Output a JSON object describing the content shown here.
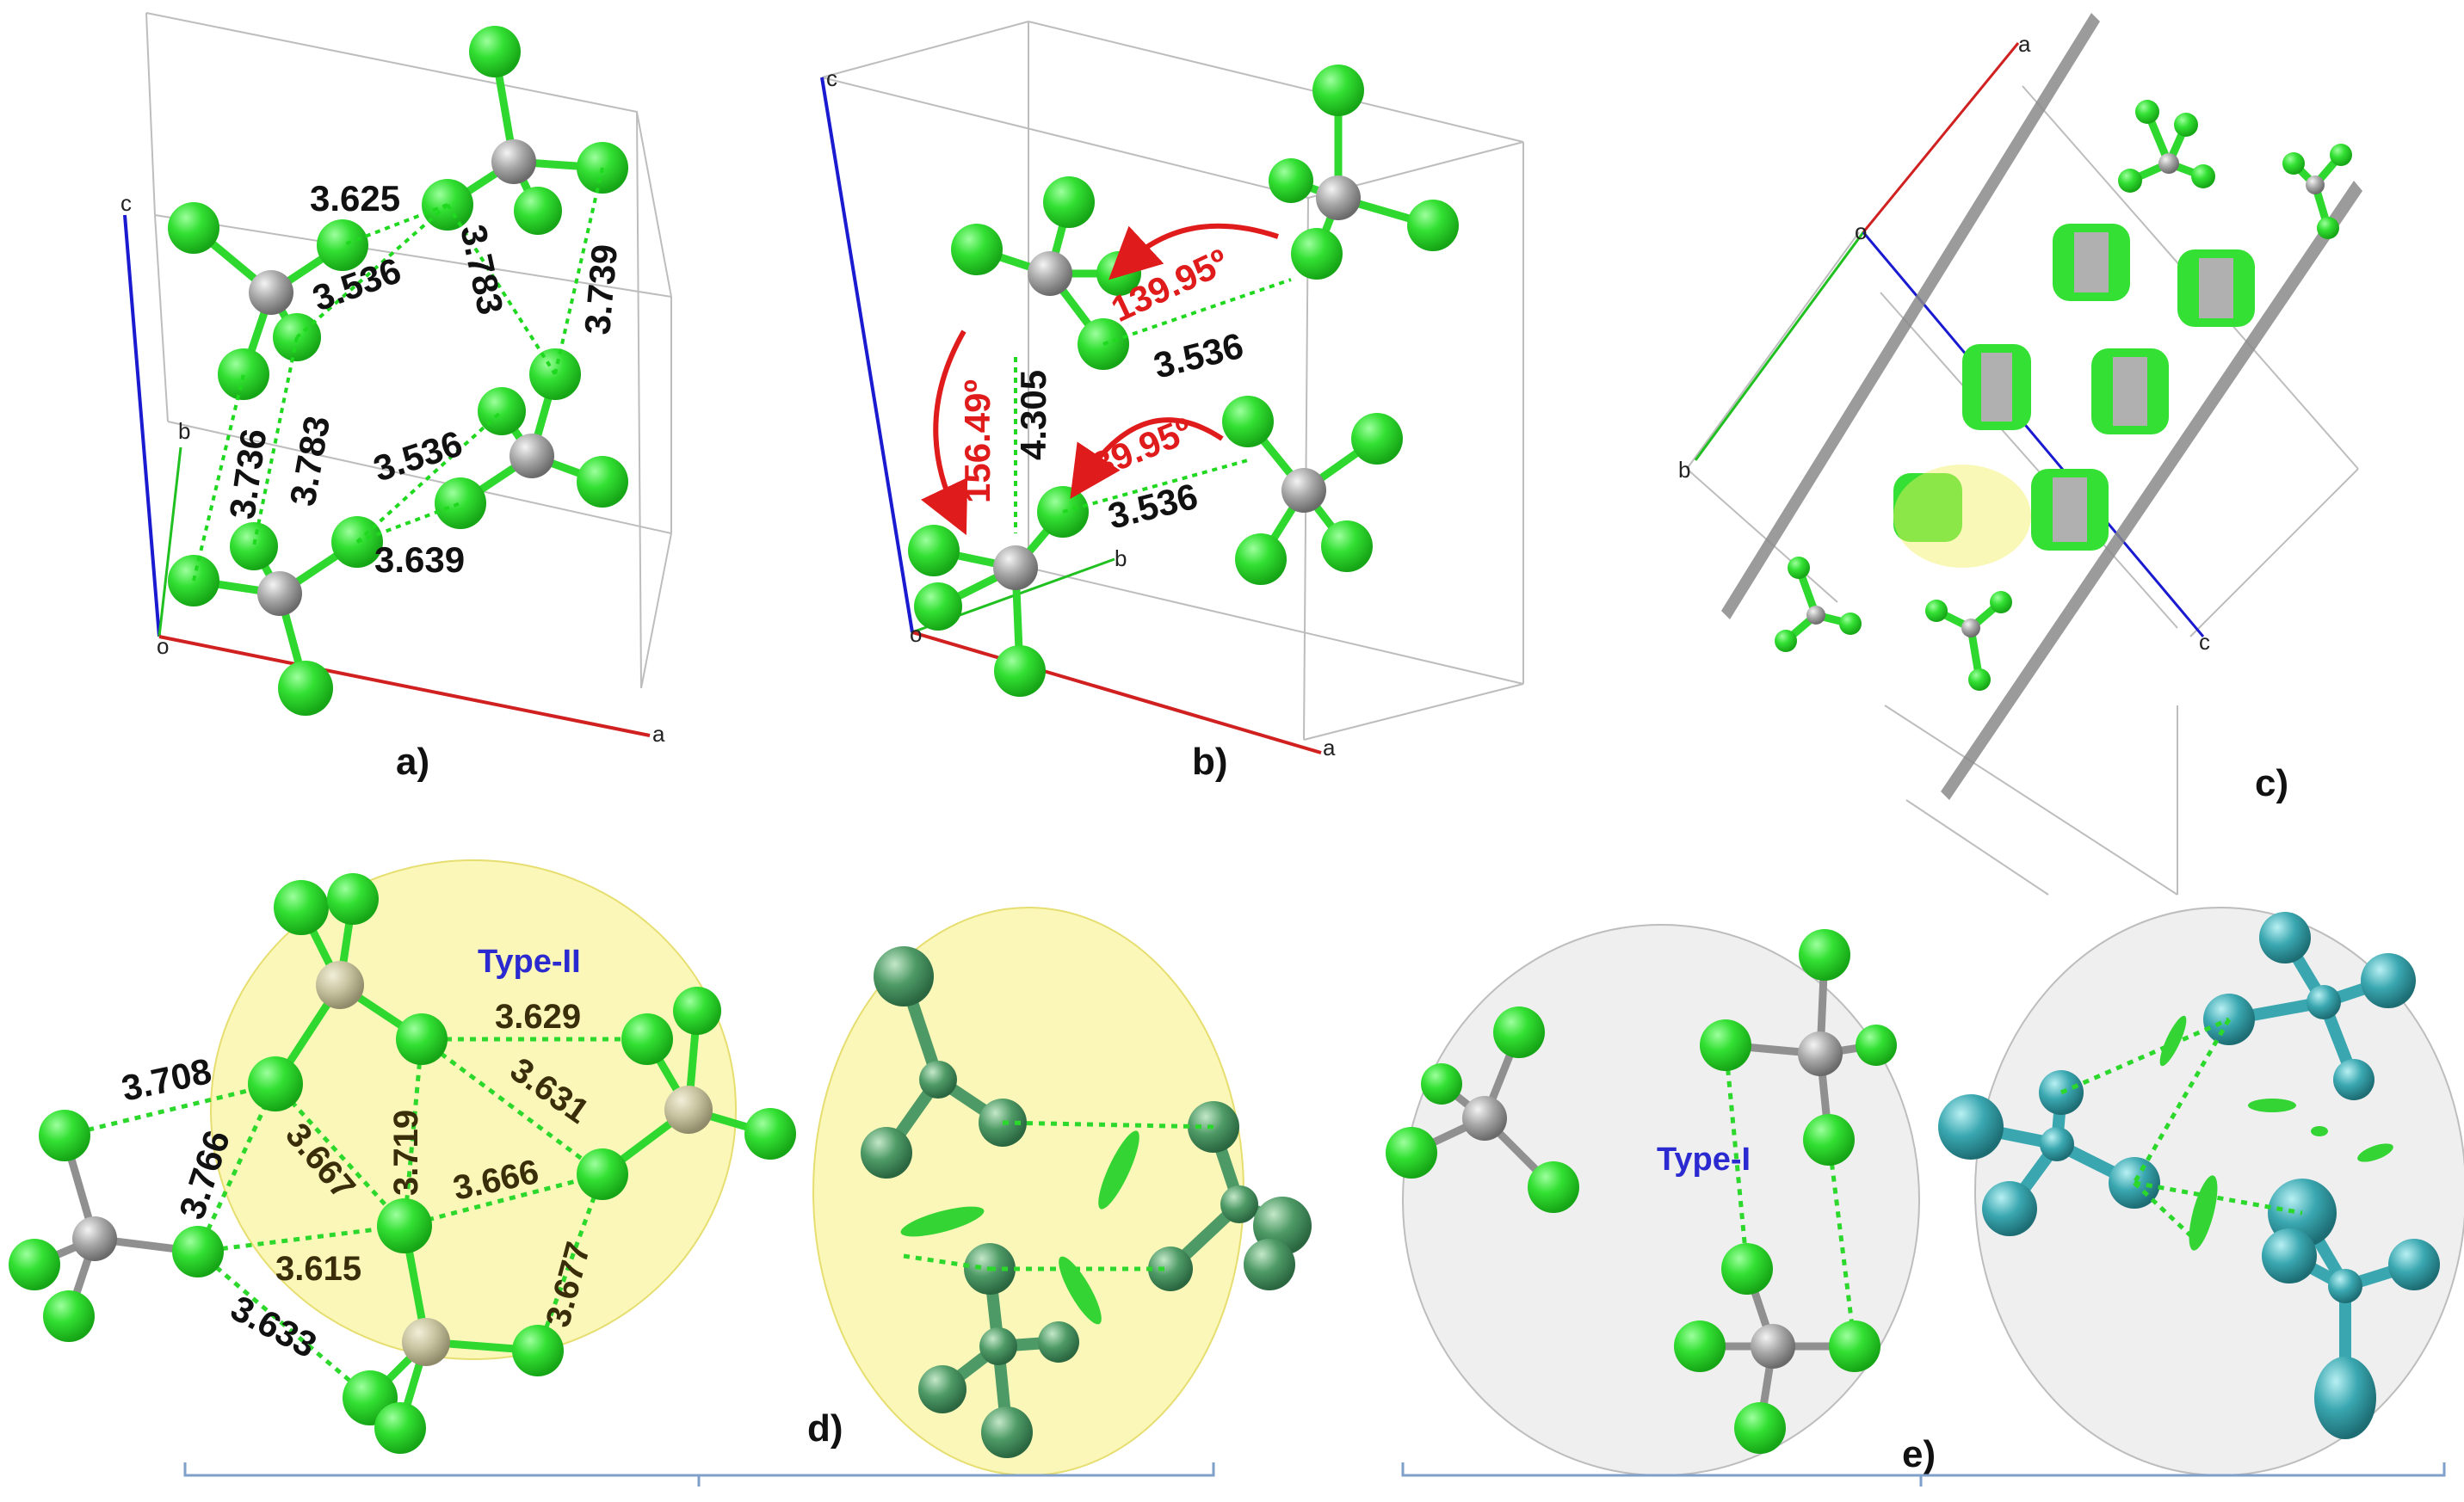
{
  "panels": {
    "a": {
      "label": "a)",
      "axes": {
        "a": "a",
        "b": "b",
        "c": "c",
        "o": "o"
      },
      "distances": [
        "3.625",
        "3.536",
        "3.783",
        "3.739",
        "3.736",
        "3.783",
        "3.536",
        "3.639"
      ]
    },
    "b": {
      "label": "b)",
      "axes": {
        "a": "a",
        "b": "b",
        "c": "c",
        "o": "o"
      },
      "distances": [
        "3.536",
        "3.536",
        "4.305"
      ],
      "angles": [
        "139.95º",
        "139.95º",
        "156.49º"
      ]
    },
    "c": {
      "label": "c)",
      "axes": {
        "a": "a",
        "b": "b",
        "c": "c",
        "o": "o"
      }
    },
    "d": {
      "label": "d)",
      "type_label": "Type-II",
      "distances": [
        "3.708",
        "3.766",
        "3.629",
        "3.631",
        "3.719",
        "3.667",
        "3.666",
        "3.615",
        "3.677",
        "3.633"
      ]
    },
    "e": {
      "label": "e)",
      "type_label": "Type-I"
    }
  },
  "colors": {
    "chlorine": "#2ee02e",
    "carbon": "#9a9a9a",
    "axis_a": "#d02020",
    "axis_b": "#20c020",
    "axis_c": "#1a1ad0",
    "angle": "#e01b1b",
    "highlight_yellow": "#fbf7b8",
    "highlight_grey": "#efefef",
    "surface_teal": "#3aa7b0"
  }
}
